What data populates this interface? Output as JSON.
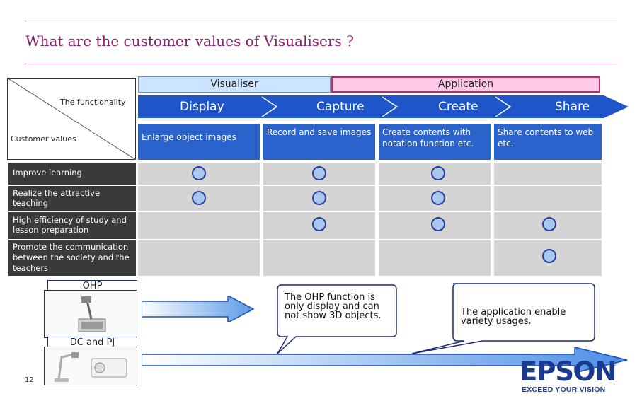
{
  "slide": {
    "title": "What are the customer values of Visualisers ?",
    "page_number": "12"
  },
  "header": {
    "visualiser": "Visualiser",
    "application": "Application"
  },
  "matrix": {
    "functionality_label": "The functionality",
    "customer_values_label": "Customer values",
    "steps": [
      {
        "label": "Display",
        "description": "Enlarge object images"
      },
      {
        "label": "Capture",
        "description": "Record and save images"
      },
      {
        "label": "Create",
        "description": "Create contents with notation function etc."
      },
      {
        "label": "Share",
        "description": "Share contents to web etc."
      }
    ],
    "rows": [
      {
        "label": "Improve learning",
        "marks": [
          true,
          true,
          true,
          false
        ]
      },
      {
        "label": "Realize the attractive teaching",
        "marks": [
          true,
          true,
          true,
          false
        ]
      },
      {
        "label": "High efficiency of study and lesson preparation",
        "marks": [
          false,
          true,
          true,
          true
        ]
      },
      {
        "label": "Promote the communication between the society and the teachers",
        "marks": [
          false,
          false,
          false,
          true
        ]
      }
    ]
  },
  "products": {
    "ohp_label": "OHP",
    "dcpj_label": "DC and PJ"
  },
  "callouts": {
    "ohp_note": "The OHP function is only display and can not show 3D objects.",
    "app_note": "The application enable variety usages."
  },
  "brand": {
    "logo": "EPSON",
    "tagline": "EXCEED YOUR VISION",
    "color": "#1a3a8f"
  }
}
